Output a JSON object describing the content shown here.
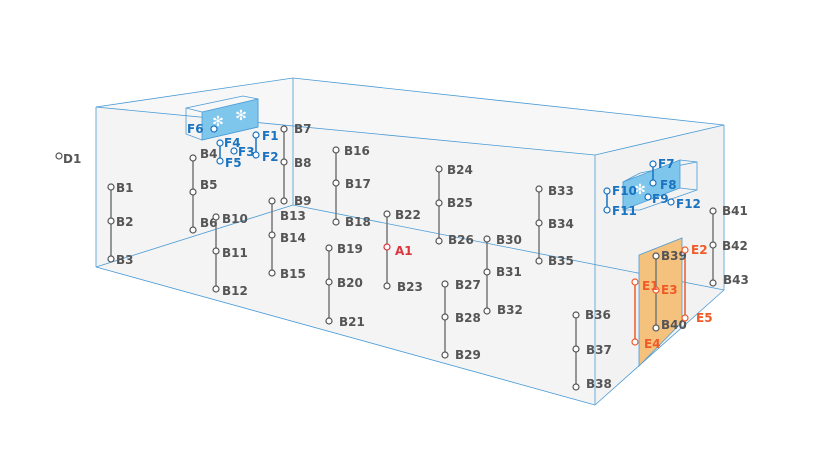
{
  "colors": {
    "edge": "#4a9bd6",
    "sensor": "#555555",
    "sensor_line": "#777777",
    "alarm": "#d9363e",
    "fan": "#1a73c0",
    "fan_fill": "#7fc6ec",
    "panel": "#f5c27d",
    "panel_point": "#f05a28"
  },
  "sensor_columns": [
    [
      "B1",
      "B2",
      "B3"
    ],
    [
      "B4",
      "B5",
      "B6"
    ],
    [
      "B7",
      "B8",
      "B9"
    ],
    [
      "B10",
      "B11",
      "B12"
    ],
    [
      "B13",
      "B14",
      "B15"
    ],
    [
      "B16",
      "B17",
      "B18"
    ],
    [
      "B19",
      "B20",
      "B21"
    ],
    [
      "B22",
      "A1",
      "B23"
    ],
    [
      "B24",
      "B25",
      "B26"
    ],
    [
      "B27",
      "B28",
      "B29"
    ],
    [
      "B30",
      "B31",
      "B32"
    ],
    [
      "B33",
      "B34",
      "B35"
    ],
    [
      "B36",
      "B37",
      "B38"
    ],
    [
      "B39",
      "E3",
      "B40"
    ],
    [
      "B41",
      "B42",
      "B43"
    ],
    [
      "E1",
      "E4"
    ],
    [
      "E2",
      "E5"
    ],
    [
      "F1",
      "F2"
    ],
    [
      "F4",
      "F5"
    ],
    [
      "F7",
      "F8"
    ],
    [
      "F10",
      "F11"
    ]
  ],
  "single_points": [
    "D1",
    "F3",
    "F6",
    "F9",
    "F12"
  ],
  "point_types": {
    "A1": "alarm",
    "E1": "panel",
    "E2": "panel",
    "E3": "panel",
    "E4": "panel",
    "E5": "panel",
    "F1": "fan",
    "F2": "fan",
    "F3": "fan",
    "F4": "fan",
    "F5": "fan",
    "F6": "fan",
    "F7": "fan",
    "F8": "fan",
    "F9": "fan",
    "F10": "fan",
    "F11": "fan",
    "F12": "fan"
  }
}
